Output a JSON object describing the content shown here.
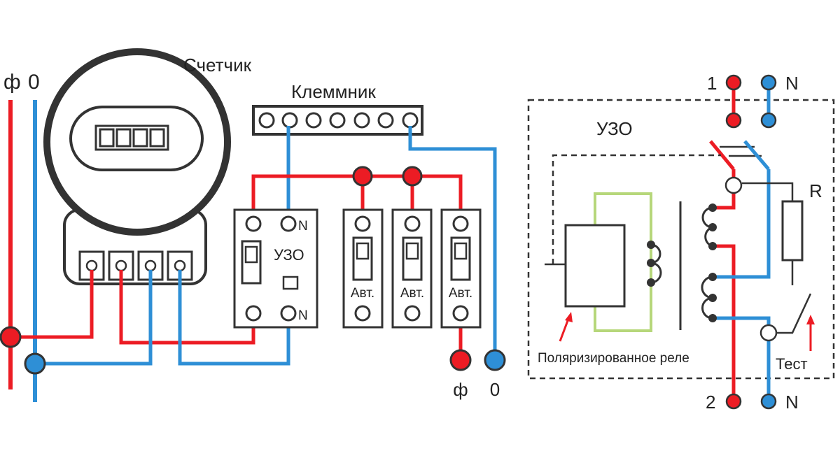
{
  "colors": {
    "phase": "#ec1c24",
    "neutral": "#2e8fd6",
    "outline": "#333333",
    "relay_core": "#b6d77a",
    "terminal_fill": "#ffffff"
  },
  "labels": {
    "phase_in": "ф",
    "neutral_in": "0",
    "meter": "Счетчик",
    "terminal_block": "Клеммник",
    "rcd": "УЗО",
    "rcd_top_n": "N",
    "rcd_bottom_n": "N",
    "breaker_1": "Авт.",
    "breaker_2": "Авт.",
    "breaker_3": "Авт.",
    "phase_out": "ф",
    "neutral_out": "0",
    "schematic_title": "УЗО",
    "terminal_1": "1",
    "terminal_top_n": "N",
    "terminal_2": "2",
    "terminal_bottom_n": "N",
    "resistor": "R",
    "relay": "Поляризированное реле",
    "test": "Тест"
  },
  "icons": {
    "meter_display": "meter-digits-icon",
    "relay_arrow": "arrow-up-icon",
    "test_arrow": "arrow-up-icon"
  }
}
